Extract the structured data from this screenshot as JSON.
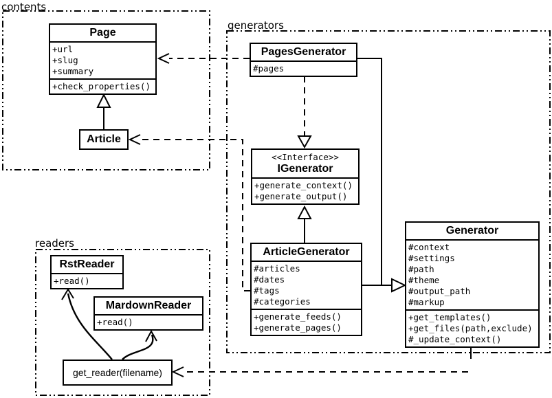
{
  "colors": {
    "line": "#000000",
    "background": "#ffffff",
    "box_fill": "#ffffff"
  },
  "packages": {
    "contents": {
      "label": "contents"
    },
    "generators": {
      "label": "generators"
    },
    "readers": {
      "label": "readers"
    }
  },
  "classes": {
    "page": {
      "name": "Page",
      "attributes": [
        "+url",
        "+slug",
        "+summary"
      ],
      "methods": [
        "+check_properties()"
      ]
    },
    "article": {
      "name": "Article"
    },
    "pages_generator": {
      "name": "PagesGenerator",
      "attributes": [
        "#pages"
      ]
    },
    "igenerator": {
      "stereotype": "<<Interface>>",
      "name": "IGenerator",
      "methods": [
        "+generate_context()",
        "+generate_output()"
      ]
    },
    "article_generator": {
      "name": "ArticleGenerator",
      "attributes": [
        "#articles",
        "#dates",
        "#tags",
        "#categories"
      ],
      "methods": [
        "+generate_feeds()",
        "+generate_pages()"
      ]
    },
    "generator": {
      "name": "Generator",
      "attributes": [
        "#context",
        "#settings",
        "#path",
        "#theme",
        "#output_path",
        "#markup"
      ],
      "methods": [
        "+get_templates()",
        "+get_files(path,exclude)",
        "#_update_context()"
      ]
    },
    "rst_reader": {
      "name": "RstReader",
      "methods": [
        "+read()"
      ]
    },
    "markdown_reader": {
      "name": "MardownReader",
      "methods": [
        "+read()"
      ]
    },
    "get_reader": {
      "name": "get_reader(filename)"
    }
  },
  "relationships": [
    {
      "type": "generalization",
      "from": "Article",
      "to": "Page"
    },
    {
      "type": "dependency",
      "from": "PagesGenerator",
      "to": "Page"
    },
    {
      "type": "dependency",
      "from": "ArticleGenerator",
      "to": "Article"
    },
    {
      "type": "realization",
      "from": "PagesGenerator",
      "to": "IGenerator"
    },
    {
      "type": "generalization",
      "from": "ArticleGenerator",
      "to": "IGenerator"
    },
    {
      "type": "generalization",
      "from": "PagesGenerator",
      "to": "Generator"
    },
    {
      "type": "generalization",
      "from": "ArticleGenerator",
      "to": "Generator"
    },
    {
      "type": "dependency",
      "from": "Generator",
      "to": "get_reader(filename)"
    },
    {
      "type": "arrow",
      "from": "get_reader(filename)",
      "to": "RstReader"
    },
    {
      "type": "arrow",
      "from": "get_reader(filename)",
      "to": "MardownReader"
    }
  ]
}
